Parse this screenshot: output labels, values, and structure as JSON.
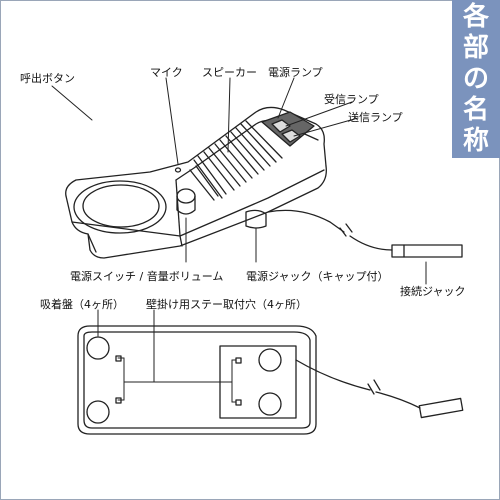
{
  "side_tab": {
    "chars": [
      "各",
      "部",
      "の",
      "名",
      "称"
    ]
  },
  "labels": {
    "call_button": "呼出ボタン",
    "mic": "マイク",
    "speaker": "スピーカー",
    "power_lamp": "電源ランプ",
    "receive_lamp": "受信ランプ",
    "send_lamp": "送信ランプ",
    "power_switch_volume": "電源スイッチ / 音量ボリューム",
    "power_jack": "電源ジャック（キャップ付）",
    "connection_jack": "接続ジャック",
    "suction_cups": "吸着盤（4ヶ所）",
    "wall_mount_holes": "壁掛け用ステー取付穴（4ヶ所）"
  },
  "colors": {
    "tab_bg": "#7b93bd",
    "frame": "#9aa6b8",
    "line": "#222222"
  }
}
